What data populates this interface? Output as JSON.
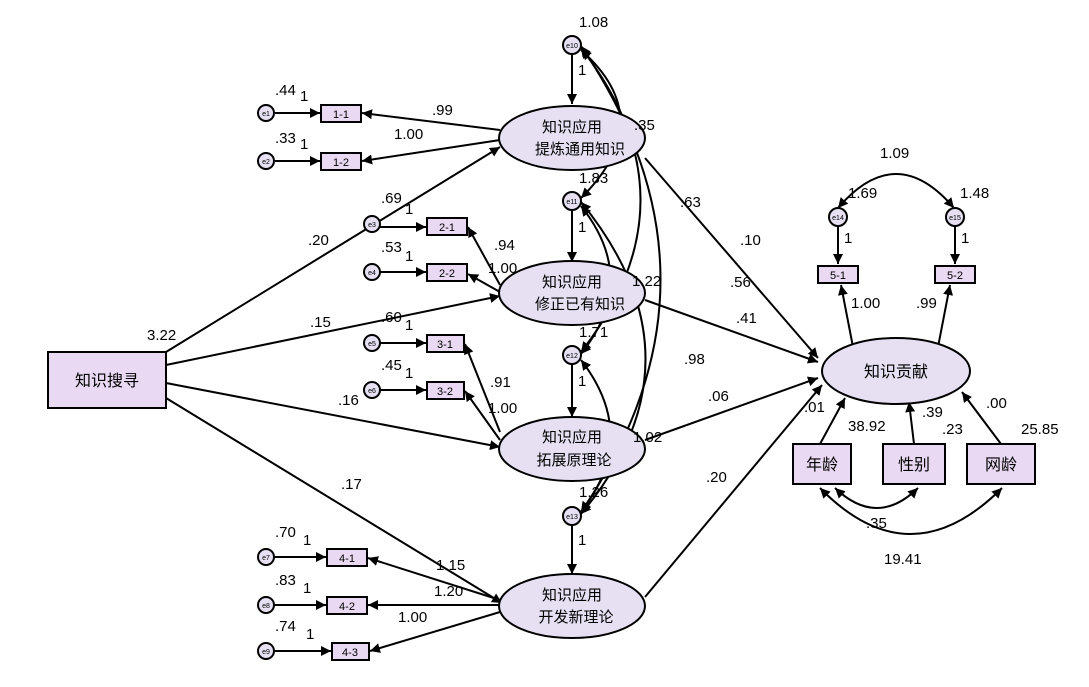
{
  "colors": {
    "node_fill": "#ead9f2",
    "oval_fill": "#e6e0f2",
    "stroke": "#000000"
  },
  "nodes": {
    "search": "知识搜寻",
    "contribute": "知识贡献",
    "age": "年龄",
    "gender": "性别",
    "netage": "网龄",
    "app1": [
      "知识应用",
      "提炼通用知识"
    ],
    "app2": [
      "知识应用",
      "修正已有知识"
    ],
    "app3": [
      "知识应用",
      "拓展原理论"
    ],
    "app4": [
      "知识应用",
      "开发新理论"
    ]
  },
  "indicators": {
    "i11": "1-1",
    "i12": "1-2",
    "i21": "2-1",
    "i22": "2-2",
    "i31": "3-1",
    "i32": "3-2",
    "i41": "4-1",
    "i42": "4-2",
    "i43": "4-3",
    "i51": "5-1",
    "i52": "5-2"
  },
  "errors": {
    "e1": "e1",
    "e2": "e2",
    "e3": "e3",
    "e4": "e4",
    "e5": "e5",
    "e6": "e6",
    "e7": "e7",
    "e8": "e8",
    "e9": "e9",
    "e10": "e10",
    "e11": "e11",
    "e12": "e12",
    "e13": "e13",
    "e14": "e14",
    "e15": "e15"
  },
  "estimates": {
    "search_var": "3.22",
    "p_s_a1": ".20",
    "p_s_a2": ".15",
    "p_s_a3": ".16",
    "p_s_a4": ".17",
    "p_a1_c": ".10",
    "p_a2_c": ".41",
    "p_a3_c": ".06",
    "p_a4_c": ".20",
    "l_1_1": ".99",
    "l_1_2": "1.00",
    "l_2_1": ".94",
    "l_2_2": "1.00",
    "l_3_1": ".91",
    "l_3_2": "1.00",
    "l_4_1": "1.15",
    "l_4_2": "1.20",
    "l_4_3": "1.00",
    "l_5_1": "1.00",
    "l_5_2": ".99",
    "e1_var": ".44",
    "e2_var": ".33",
    "e3_var": ".69",
    "e4_var": ".53",
    "e5_var": ".60",
    "e6_var": ".45",
    "e7_var": ".70",
    "e8_var": ".83",
    "e9_var": ".74",
    "e10_var": "1.08",
    "e11_var": "1.83",
    "e12_var": "1.71",
    "e13_var": "1.26",
    "e14_var": "1.69",
    "e15_var": "1.48",
    "cov_e14_e15": "1.09",
    "cov_e10_e11": ".35",
    "cov_e10_e12": ".63",
    "cov_e10_e13": ".56",
    "cov_e11_e12": "1.22",
    "cov_e11_e13": ".98",
    "cov_e12_e13": "1.02",
    "age_var": "38.92",
    "gender_var": ".23",
    "netage_var": "25.85",
    "p_age_c": ".01",
    "p_gender_c": ".39",
    "p_netage_c": ".00",
    "cov_age_gender": ".35",
    "cov_age_netage": "19.41",
    "fixed_one": "1"
  }
}
